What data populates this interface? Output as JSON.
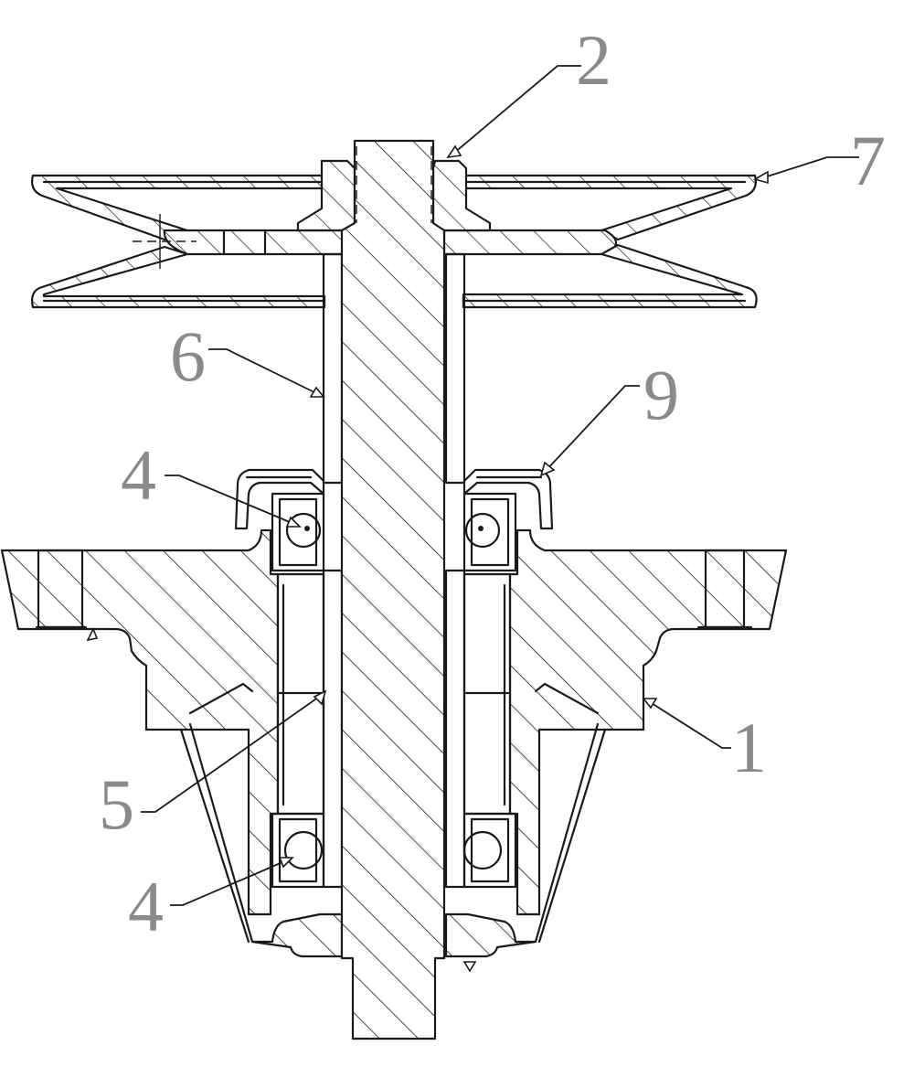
{
  "callouts": [
    {
      "id": "1",
      "label": "1"
    },
    {
      "id": "2",
      "label": "2"
    },
    {
      "id": "4a",
      "label": "4"
    },
    {
      "id": "4b",
      "label": "4"
    },
    {
      "id": "5",
      "label": "5"
    },
    {
      "id": "6",
      "label": "6"
    },
    {
      "id": "7",
      "label": "7"
    },
    {
      "id": "9",
      "label": "9"
    }
  ],
  "colors": {
    "line": "#1a1a1a",
    "label": "#8a8a8a",
    "background": "#ffffff"
  }
}
